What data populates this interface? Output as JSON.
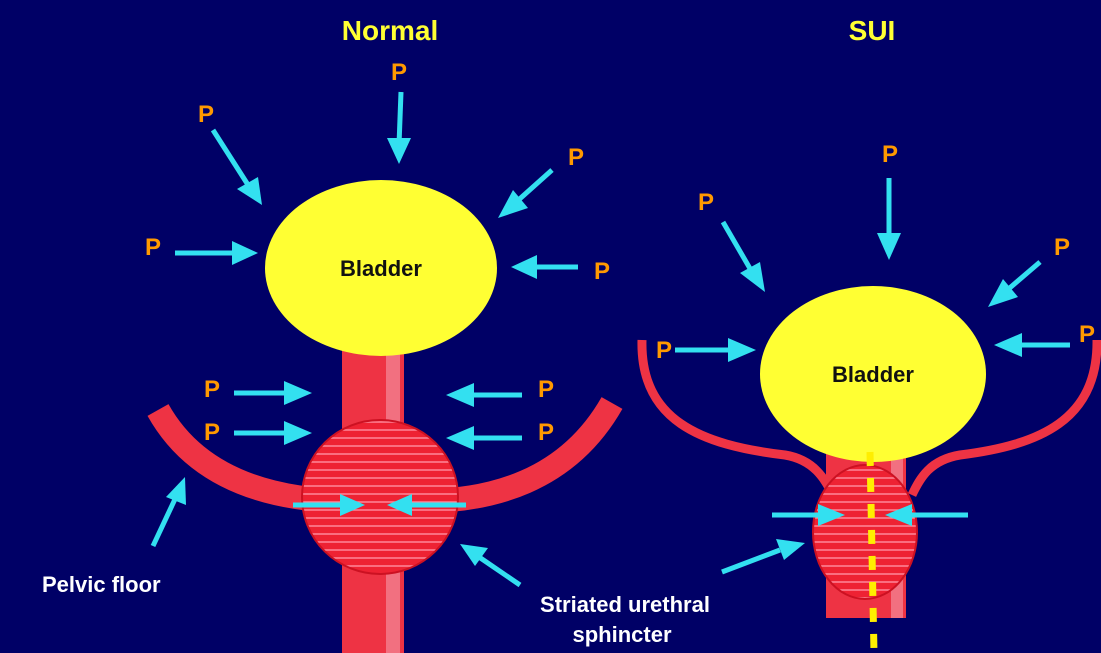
{
  "titles": {
    "normal": "Normal",
    "sui": "SUI"
  },
  "pressure_label": "P",
  "bladder_label": "Bladder",
  "pelvic_floor_label": "Pelvic floor",
  "sphincter_label_line1": "Striated urethral",
  "sphincter_label_line2": "sphincter",
  "colors": {
    "background": "#000066",
    "bladder": "#ffff33",
    "tissue": "#ff3333",
    "arrow": "#33e0f0",
    "pressure_text": "#ff9900",
    "title_text": "#ffff33",
    "leak": "#ffee00"
  }
}
